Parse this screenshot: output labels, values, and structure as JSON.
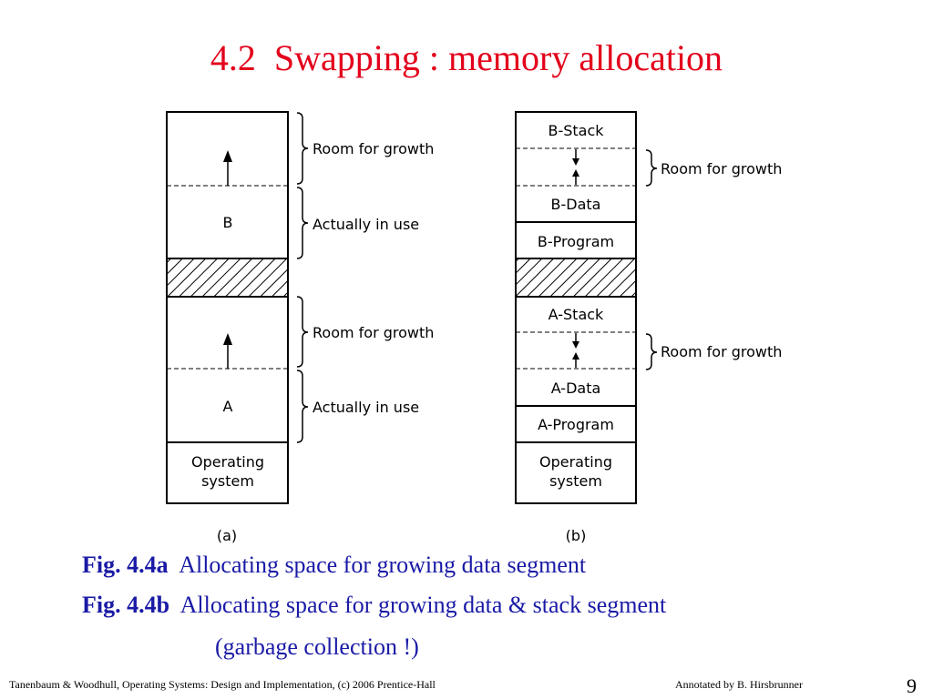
{
  "slide": {
    "title": "4.2  Swapping : memory allocation",
    "page_number": "9"
  },
  "diagram_a": {
    "sublabel": "(a)",
    "blocks": {
      "b": "B",
      "a": "A",
      "os_line1": "Operating",
      "os_line2": "system"
    },
    "annotations": {
      "room_top": "Room for growth",
      "use_top": "Actually in use",
      "room_bottom": "Room for growth",
      "use_bottom": "Actually in use"
    }
  },
  "diagram_b": {
    "sublabel": "(b)",
    "blocks": {
      "b_stack": "B-Stack",
      "b_data": "B-Data",
      "b_program": "B-Program",
      "a_stack": "A-Stack",
      "a_data": "A-Data",
      "a_program": "A-Program",
      "os_line1": "Operating",
      "os_line2": "system"
    },
    "annotations": {
      "room_top": "Room for growth",
      "room_bottom": "Room for growth"
    }
  },
  "captions": {
    "fig_a_label": "Fig. 4.4a",
    "fig_a_text": "Allocating space for growing data segment",
    "fig_b_label": "Fig. 4.4b",
    "fig_b_text": "Allocating space for growing data & stack segment",
    "fig_b_text2": "(garbage collection !)"
  },
  "footer": {
    "source": "Tanenbaum & Woodhull, Operating Systems: Design and Implementation, (c) 2006 Prentice-Hall",
    "annotated": "Annotated by B. Hirsbrunner"
  },
  "colors": {
    "title": "#e3001b",
    "caption": "#1a1aa6"
  }
}
